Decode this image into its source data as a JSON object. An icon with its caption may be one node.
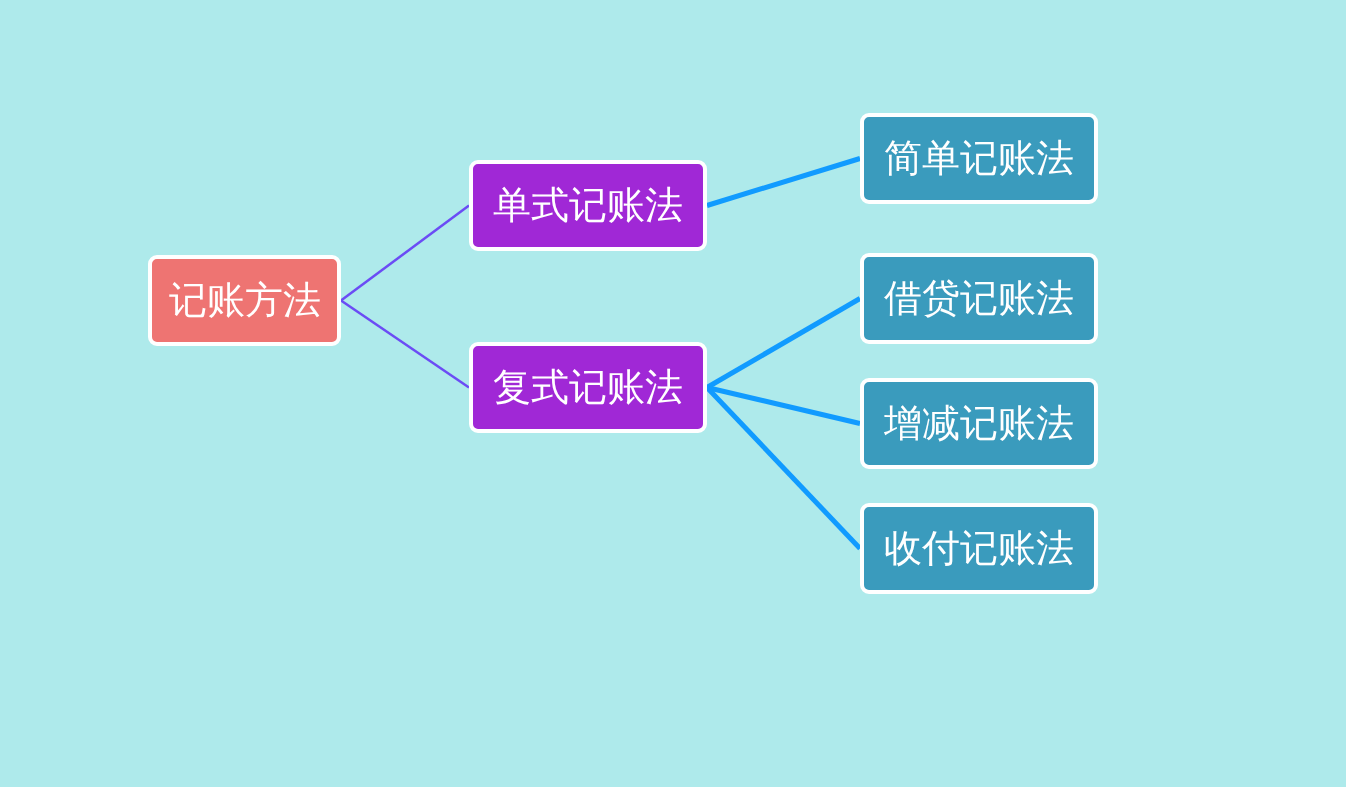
{
  "diagram": {
    "nodes": [
      {
        "text": [
          "记账方法"
        ]
      },
      {
        "text": [
          "单式记账法"
        ]
      },
      {
        "text": [
          "复式记账法"
        ]
      },
      {
        "text": [
          "简单记账法"
        ]
      },
      {
        "text": [
          "借贷记账法"
        ]
      },
      {
        "text": [
          "增减记账法"
        ]
      },
      {
        "text": [
          "收付记账法"
        ]
      }
    ],
    "edges": [
      {
        "from": 0,
        "to": 1,
        "arrow": "none",
        "color": "#6b4cf5"
      },
      {
        "from": 0,
        "to": 2,
        "arrow": "none",
        "color": "#6b4cf5"
      },
      {
        "from": 1,
        "to": 3,
        "arrow": "none"
      },
      {
        "from": 2,
        "to": 4,
        "arrow": "none"
      },
      {
        "from": 2,
        "to": 5,
        "arrow": "none"
      },
      {
        "from": 2,
        "to": 6,
        "arrow": "none"
      }
    ]
  }
}
